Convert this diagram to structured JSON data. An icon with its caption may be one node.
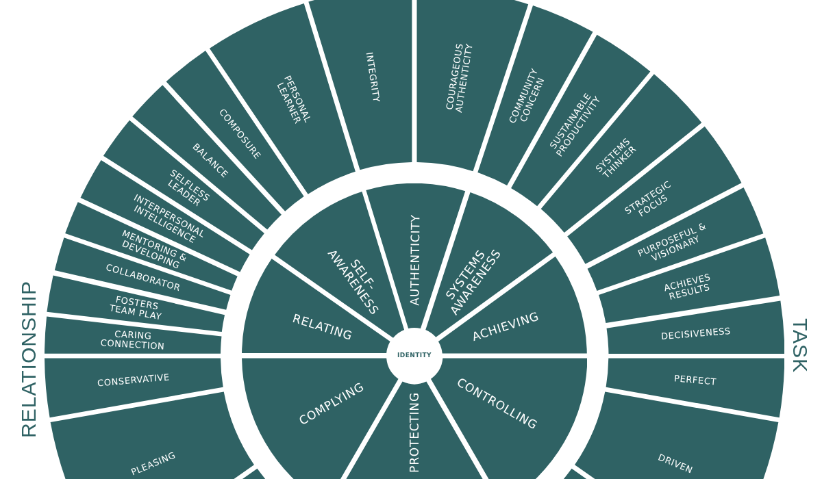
{
  "diagram": {
    "nodes": [
      {
        "text": [
          "CARING CONNECTION"
        ]
      },
      {
        "text": [
          "FOSTERS TEAM PLAY"
        ]
      },
      {
        "text": [
          "COLLABORATOR"
        ]
      },
      {
        "text": [
          "MENTORING & DEVELOPING"
        ]
      },
      {
        "text": [
          "INTERPERSONAL INTELLIGENCE"
        ]
      },
      {
        "text": [
          "SELFLESS LEADER"
        ]
      },
      {
        "text": [
          "BALANCE"
        ]
      },
      {
        "text": [
          "COMPOSURE"
        ]
      },
      {
        "text": [
          "PERSONAL LEARNER"
        ]
      },
      {
        "text": [
          "INTEGRITY"
        ]
      },
      {
        "text": [
          "COURAGEOUS AUTHENTICITY"
        ]
      },
      {
        "text": [
          "COMMUNITY CONCERN"
        ]
      },
      {
        "text": [
          "SUSTAINABLE PRODUCTIVITY"
        ]
      },
      {
        "text": [
          "SYSTEMS THINKER"
        ]
      },
      {
        "text": [
          "STRATEGIC FOCUS"
        ]
      },
      {
        "text": [
          "PURPOSEFUL & VISIONARY"
        ]
      },
      {
        "text": [
          "ACHIEVES RESULTS"
        ]
      },
      {
        "text": [
          "DECISIVENESS"
        ]
      },
      {
        "text": [
          "CONSERVATIVE"
        ]
      },
      {
        "text": [
          "PLEASING"
        ]
      },
      {
        "text": [],
        "shape": "box"
      },
      {
        "text": [],
        "shape": "box"
      },
      {
        "text": [
          "DRIVEN"
        ]
      },
      {
        "text": [
          "PERFECT"
        ]
      },
      {
        "text": [
          "RELATING"
        ]
      },
      {
        "text": [
          "SELF-AWARENESS"
        ]
      },
      {
        "text": [
          "AUTHENTICITY"
        ]
      },
      {
        "text": [
          "SYSTEMS AWARENESS"
        ]
      },
      {
        "text": [
          "ACHIEVING"
        ]
      },
      {
        "text": [
          "COMPLYING"
        ]
      },
      {
        "text": [
          "PROTECTING"
        ]
      },
      {
        "text": [
          "CONTROLLING"
        ]
      },
      {
        "text": [
          "IDENTITY"
        ]
      }
    ],
    "labels": [
      "RELATIONSHIP",
      "TASK"
    ]
  }
}
